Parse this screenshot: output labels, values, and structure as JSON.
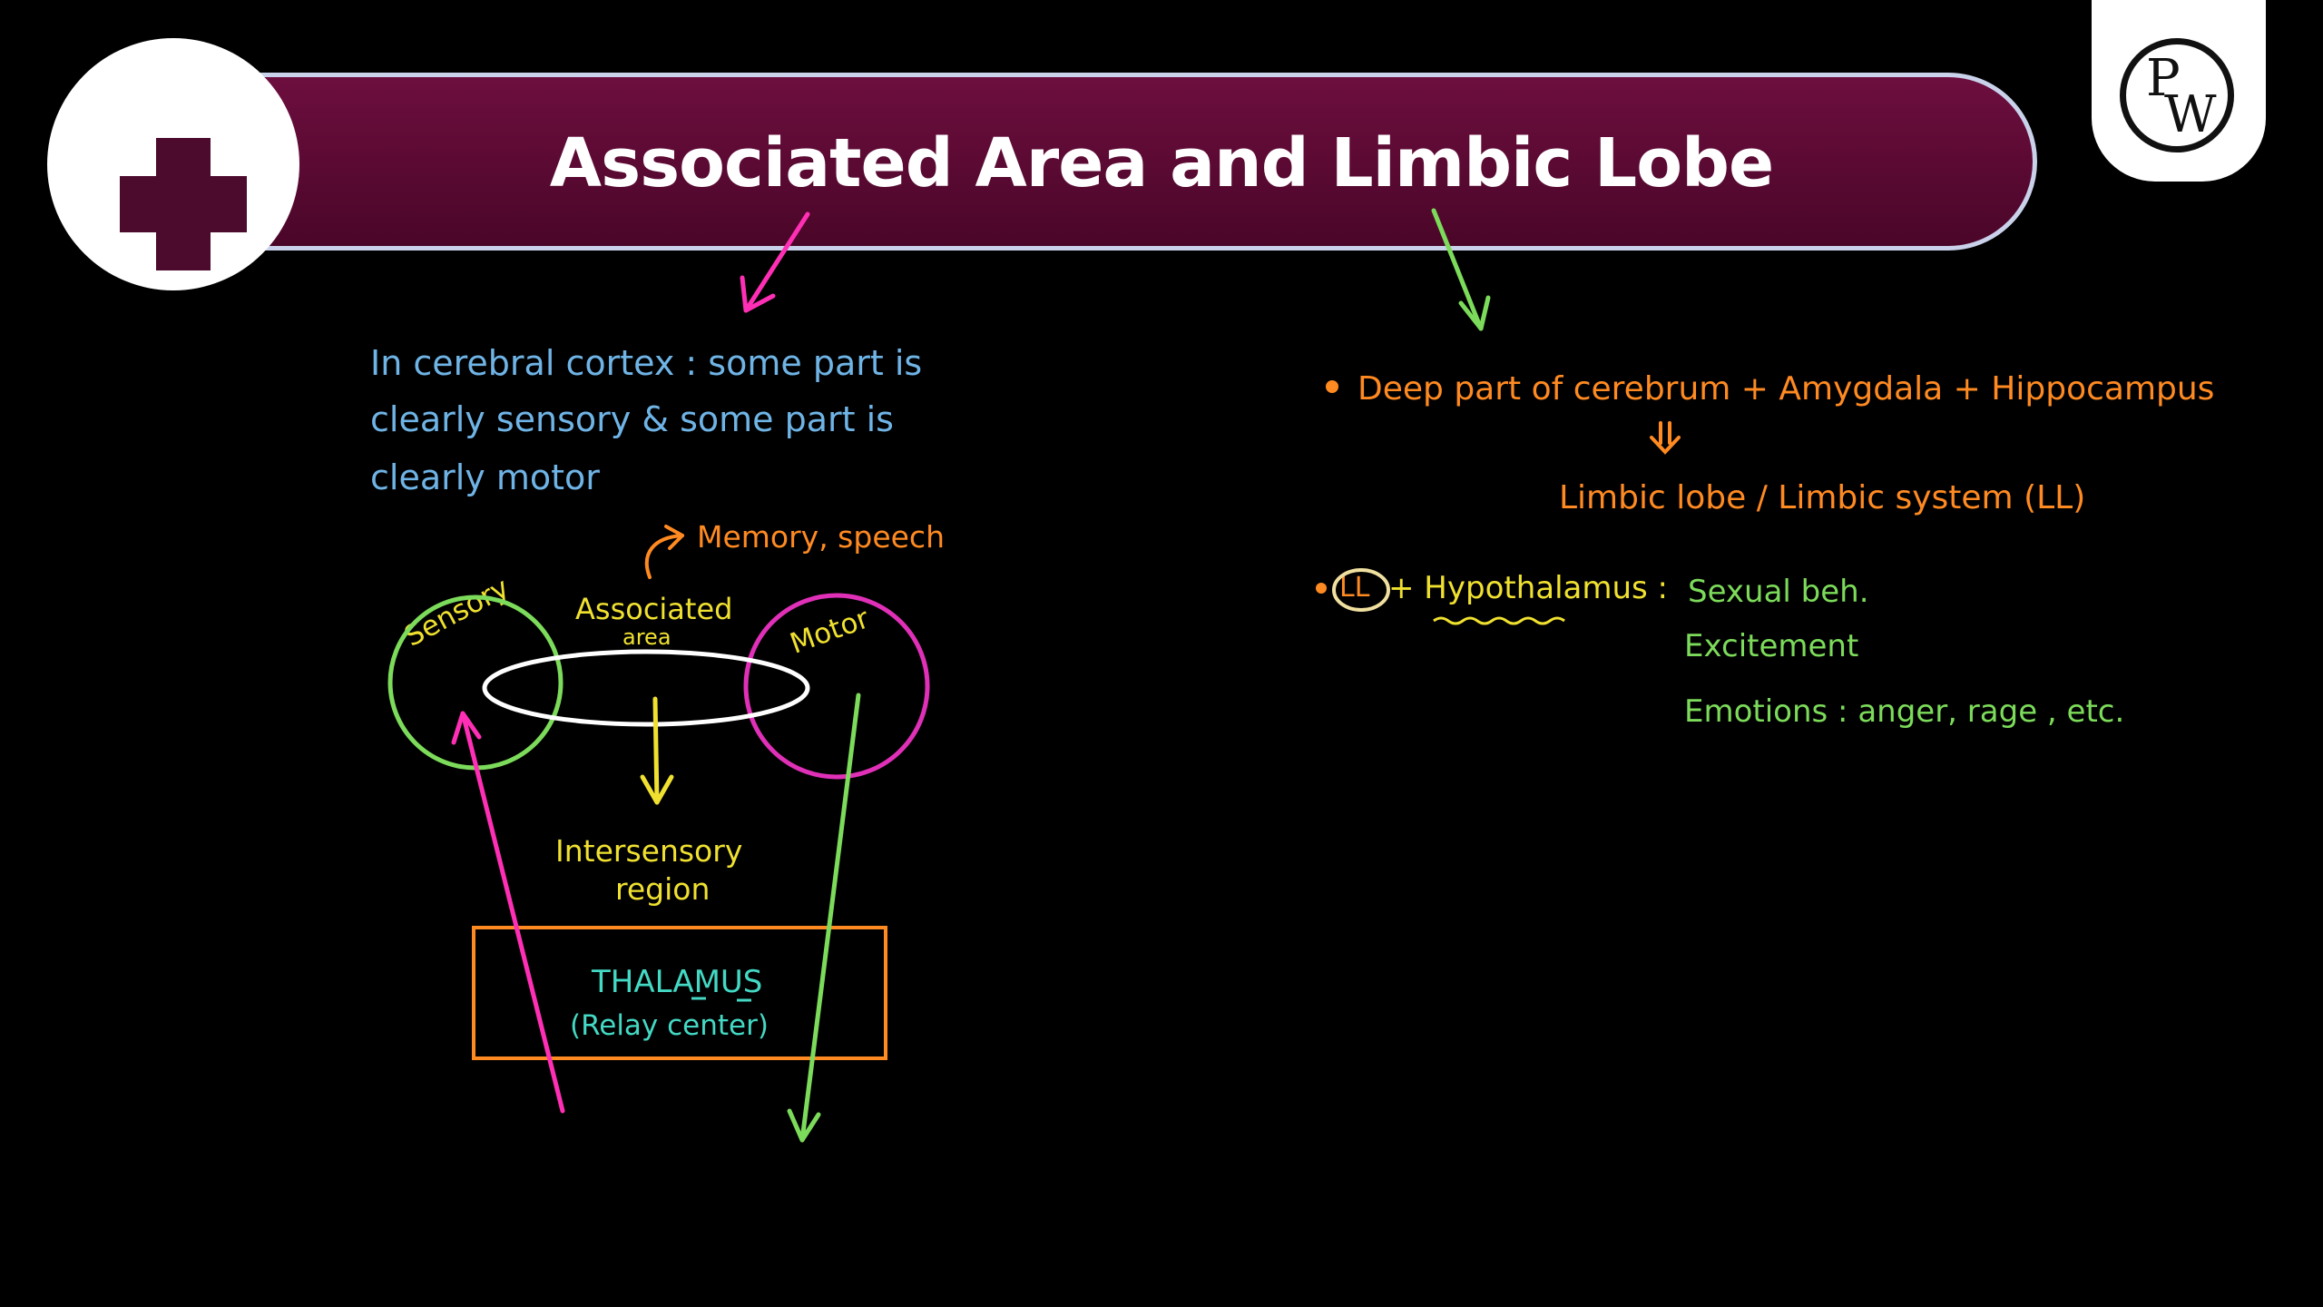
{
  "header": {
    "title": "Associated Area and Limbic Lobe",
    "plus_icon": "plus-icon",
    "logo_letters": [
      "P",
      "W"
    ]
  },
  "left": {
    "intro_line1": "In cerebral cortex : some part is",
    "intro_line2": "clearly sensory & some part is",
    "intro_line3": "clearly motor",
    "memory_label": "Memory, speech",
    "sensory_label": "Sensory",
    "associated_label1": "Associated",
    "associated_label2": "area",
    "motor_label": "Motor",
    "intersensory_label1": "Intersensory",
    "intersensory_label2": "region",
    "thalamus_label": "THALAMUS",
    "relay_label": "(Relay center)"
  },
  "right": {
    "deep_line": "Deep part of cerebrum + Amygdala + Hippocampus",
    "limbic_line": "Limbic lobe / Limbic system (LL)",
    "ll_label": "LL",
    "hypothalamus_line": "+ Hypothalamus :",
    "item1": "Sexual beh.",
    "item2": "Excitement",
    "item3": "Emotions : anger, rage , etc."
  },
  "colors": {
    "banner": "#5c0a35",
    "banner_border": "#c9d2ea",
    "blue_text": "#6fb4e6",
    "orange_text": "#ff8a22",
    "green_text": "#7cdb5a",
    "yellow_text": "#f0e130",
    "teal_text": "#43d9c4",
    "pink": "#ff2fb5"
  }
}
